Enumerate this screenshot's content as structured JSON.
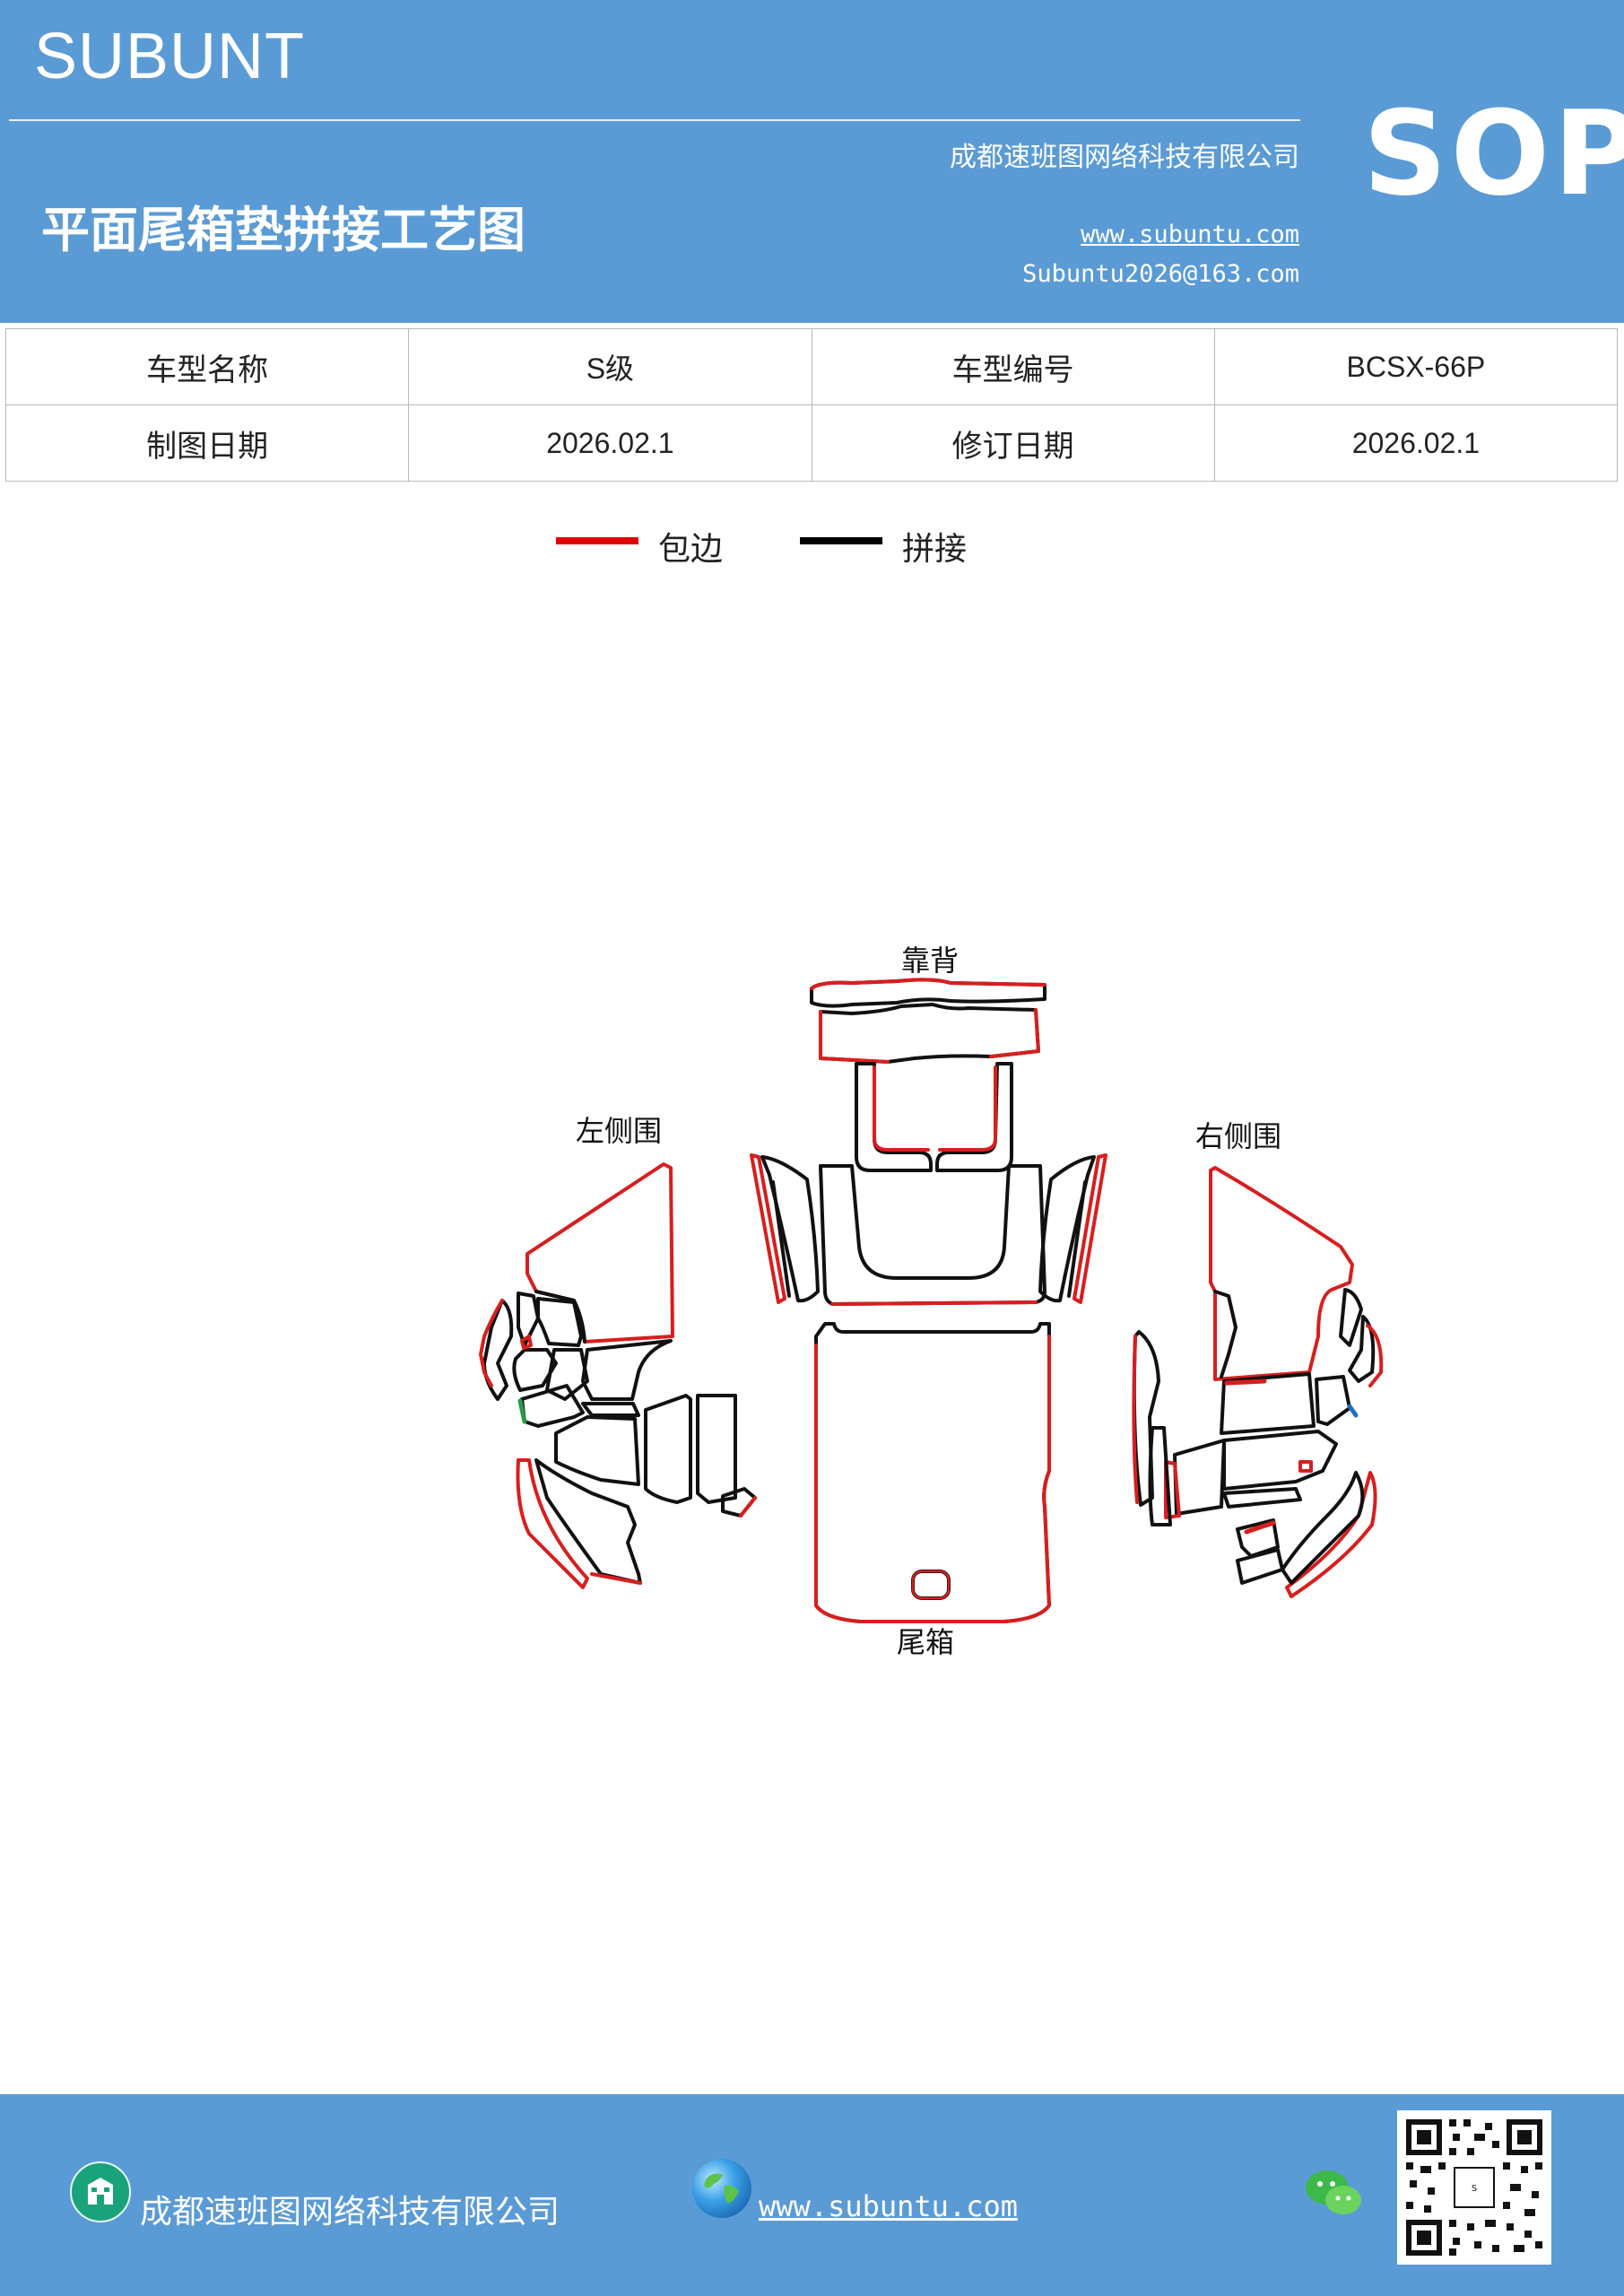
{
  "header": {
    "brand": "SUBUNT",
    "company": "成都速班图网络科技有限公司",
    "title": "平面尾箱垫拼接工艺图",
    "website": "www.subuntu.com",
    "email": "Subuntu2026@163.com",
    "badge": "SOP"
  },
  "info_table": {
    "rows": [
      [
        "车型名称",
        "S级",
        "车型编号",
        "BCSX-66P"
      ],
      [
        "制图日期",
        "2026.02.1",
        "修订日期",
        "2026.02.1"
      ]
    ]
  },
  "legend": {
    "items": [
      {
        "label": "包边",
        "color": "#e00000"
      },
      {
        "label": "拼接",
        "color": "#000000"
      }
    ]
  },
  "diagram": {
    "labels": {
      "backrest": "靠背",
      "left_side": "左侧围",
      "right_side": "右侧围",
      "trunk": "尾箱"
    },
    "colors": {
      "edge": "#d81e1e",
      "seam": "#111111"
    }
  },
  "footer": {
    "company": "成都速班图网络科技有限公司",
    "website": "www.subuntu.com",
    "icons": [
      "building-icon",
      "globe-icon",
      "wechat-icon",
      "qr-code"
    ]
  }
}
